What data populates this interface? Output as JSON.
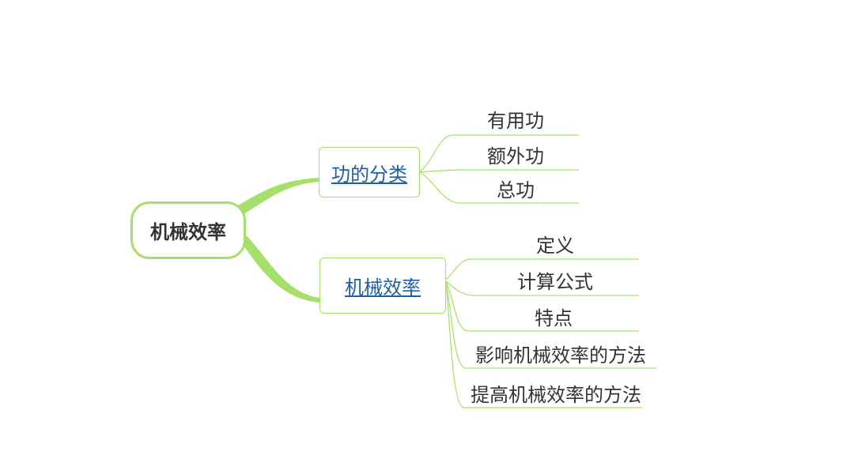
{
  "root": {
    "label": "机械效率"
  },
  "branches": [
    {
      "label": "功的分类",
      "leaves": [
        "有用功",
        "额外功",
        "总功"
      ]
    },
    {
      "label": "机械效率",
      "leaves": [
        "定义",
        "计算公式",
        "特点",
        "影响机械效率的方法",
        "提高机械效率的方法"
      ]
    }
  ],
  "colors": {
    "line": "#a6e06a",
    "link": "#1f5fa8",
    "text": "#333333"
  }
}
